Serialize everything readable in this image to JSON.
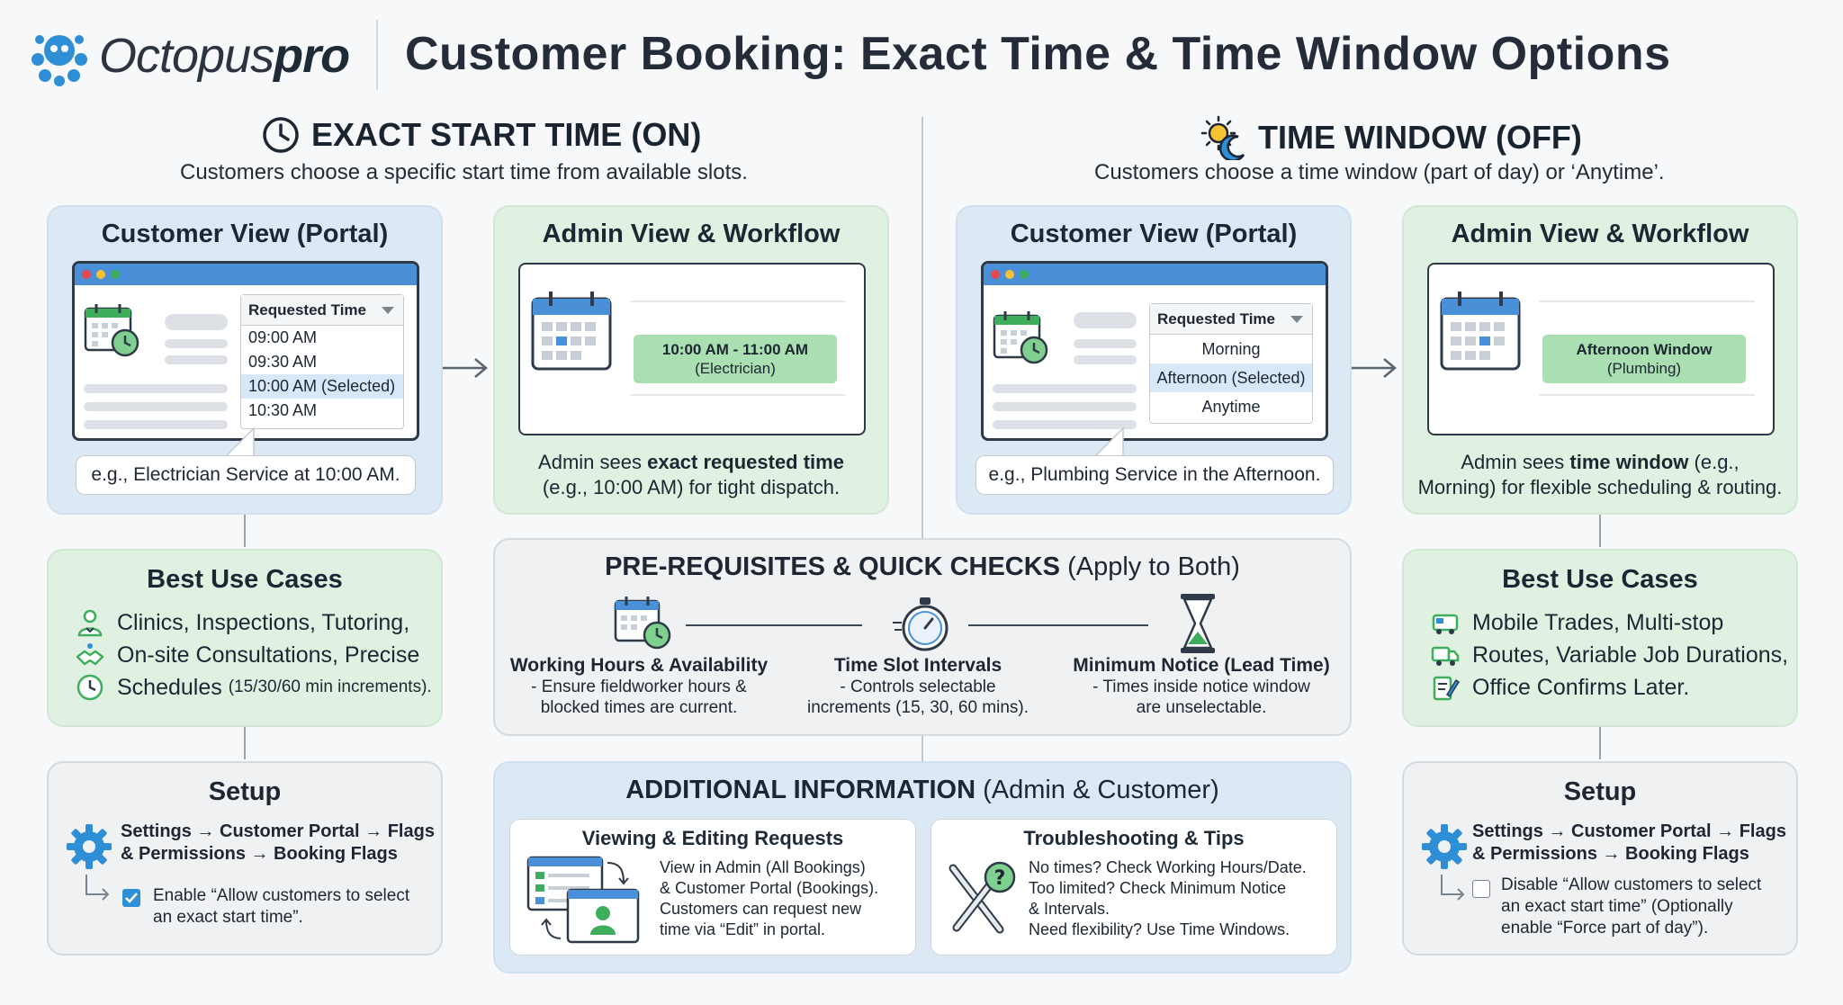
{
  "header": {
    "logo_text": "Octopus",
    "logo_text_bold": "pro",
    "title": "Customer Booking: Exact Time & Time Window Options"
  },
  "left": {
    "heading": "EXACT START TIME (ON)",
    "subheading": "Customers choose a specific start time from available slots.",
    "customer_view": {
      "title": "Customer View (Portal)",
      "dropdown_label": "Requested Time",
      "options": [
        "09:00 AM",
        "09:30 AM",
        "10:00 AM (Selected)",
        "10:30 AM"
      ],
      "callout": "e.g., Electrician Service at 10:00 AM."
    },
    "admin_view": {
      "title": "Admin View & Workflow",
      "slot_line1": "10:00 AM - 11:00 AM",
      "slot_line2": "(Electrician)",
      "desc_pre": "Admin sees ",
      "desc_bold": "exact requested time",
      "desc_post": "(e.g., 10:00 AM) for tight dispatch."
    },
    "use_cases": {
      "title": "Best Use Cases",
      "items": [
        "Clinics, Inspections, Tutoring,",
        "On-site Consultations, Precise",
        "Schedules"
      ],
      "note": "(15/30/60 min increments)."
    },
    "setup": {
      "title": "Setup",
      "path_line1": "Settings → Customer Portal → Flags",
      "path_line2": "& Permissions → Booking Flags",
      "check_line1": "Enable “Allow customers to select",
      "check_line2": "an exact start time”."
    }
  },
  "right": {
    "heading": "TIME WINDOW (OFF)",
    "subheading": "Customers choose a time window (part of day) or ‘Anytime’.",
    "customer_view": {
      "title": "Customer View (Portal)",
      "dropdown_label": "Requested Time",
      "options": [
        "Morning",
        "Afternoon (Selected)",
        "Anytime"
      ],
      "callout": "e.g., Plumbing Service in the Afternoon."
    },
    "admin_view": {
      "title": "Admin View & Workflow",
      "slot_line1": "Afternoon Window",
      "slot_line2": "(Plumbing)",
      "desc_pre": "Admin sees ",
      "desc_bold": "time window",
      "desc_mid": " (e.g.,",
      "desc_post": "Morning) for flexible scheduling & routing."
    },
    "use_cases": {
      "title": "Best Use Cases",
      "items": [
        "Mobile Trades, Multi-stop",
        "Routes, Variable Job Durations,",
        "Office Confirms Later."
      ]
    },
    "setup": {
      "title": "Setup",
      "path_line1": "Settings → Customer Portal → Flags",
      "path_line2": "& Permissions → Booking Flags",
      "check_line1": "Disable “Allow customers to select",
      "check_line2": "an exact start time” (Optionally",
      "check_line3": "enable “Force part of day”)."
    }
  },
  "prereq": {
    "title_bold": "PRE-REQUISITES & QUICK CHECKS",
    "title_rest": " (Apply to Both)",
    "items": [
      {
        "title": "Working Hours & Availability",
        "line1": "- Ensure fieldworker hours &",
        "line2": "blocked times are current."
      },
      {
        "title": "Time Slot Intervals",
        "line1": "- Controls selectable",
        "line2": "increments (15, 30, 60 mins)."
      },
      {
        "title": "Minimum Notice (Lead Time)",
        "line1": "- Times inside notice window",
        "line2": "are unselectable."
      }
    ]
  },
  "additional": {
    "title_bold": "ADDITIONAL INFORMATION",
    "title_rest": " (Admin & Customer)",
    "viewing": {
      "title": "Viewing & Editing Requests",
      "lines": [
        "View in Admin (All Bookings)",
        "& Customer Portal (Bookings).",
        "Customers can request new",
        "time via “Edit” in portal."
      ]
    },
    "troubleshooting": {
      "title": "Troubleshooting & Tips",
      "lines": [
        "No times? Check Working Hours/Date.",
        "Too limited? Check Minimum Notice",
        "& Intervals.",
        "Need flexibility? Use Time Windows."
      ]
    }
  },
  "colors": {
    "accent_blue": "#4a90d9",
    "panel_blue": "#dce9f5",
    "panel_green": "#e0f1e1",
    "slot_green": "#a9dfb1",
    "icon_green": "#3fae5c"
  }
}
